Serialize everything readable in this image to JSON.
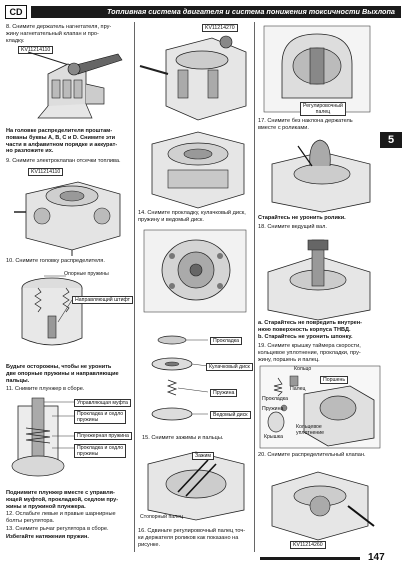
{
  "header": {
    "section_badge": "CD",
    "title": "Топливная система двигателя и система понижения токсичности Выхлопа"
  },
  "section_tab": "5",
  "page_number": "147",
  "col1": {
    "step8": "8.  Снимите держатель нагнетателя, пру-\nжину нагнетательный клапан и про-\nкладку.",
    "tool_kv1": "KV11214110",
    "note_distrib": "На головке распределителя проштам-\nпованы буквы A, B, C и D. Снимите эти\nчасти в алфавитном порядке и аккурат-\nно разложите их.",
    "step9": "9.   Снимите электроклапан отсечки топлива.",
    "tool_kv2": "KV11214110",
    "step10": "10. Снимите головку распределителя.",
    "label_springs": "Опорные пружины",
    "label_pin": "Направляющий штифт",
    "warn_springs": "Будьте осторожны, чтобы не уронить\nдве опорные пружины и направляющие\nпальцы.",
    "step11": "11. Снимите плунжер в сборе.",
    "label_coupling": "Управляющая муфта",
    "label_gasket_seat": "Прокладка и седло\nпружины",
    "label_plunger_spring": "Плунжерная пружина",
    "label_gasket_seat2": "Прокладка и седло\nпружины",
    "note_plunger": "Поднимите плунжер вместе с управля-\nющей муфтой, прокладкой, седлом пру-\nжины и пружиной плунжера.",
    "step12": "12. Ослабьте левые и правые шарнирные\n      болты регулятора.",
    "step13": "13. Снимите рычаг регулятора в сборе.",
    "note_springs": "Избегайте натяжения пружин."
  },
  "col2": {
    "tool_kv3": "KV11214270",
    "step14": "14. Снимите прокладку, кулачковый диск,\n       пружину и ведомый диск.",
    "label_gasket": "Прокладка",
    "label_cam_disk": "Кулачковый диск",
    "label_spring": "Пружина",
    "label_driven_disk": "Ведомый диск",
    "step15": "15. Снимите зажимы и пальцы.",
    "label_clamp": "Зажим",
    "label_stop_pin": "Стопорный палец",
    "step16": "16. Сдвиньте регулировочный палец точ-\n      ки держателя роликов как показано на\n      рисунке."
  },
  "col3": {
    "label_adjust_pin": "Регулировочный\nпалец",
    "step17": "17. Снимите без наклона держатель\n       вместе с роликами.",
    "note_rollers": "Старайтесь не уронить ролики.",
    "step18": "18. Снимите ведущий вал.",
    "note_a": "a.   Старайтесь не повредить внутрен-\n       нюю поверхность корпуса ТНВД.",
    "note_b": "b.   Старайтесь не уронить шпонку.",
    "step19": "19. Снимите крышку таймера скорости,\n       кольцевое уплотнение, прокладки, пру-\n       жину, поршень и палец.",
    "label_ring": "Кольцо",
    "label_piston": "Поршень",
    "label_pin": "Палец",
    "label_gasket3": "Прокладка",
    "label_spring3": "Пружина",
    "label_oring": "Кольцевое\nуплотнение",
    "label_cover": "Крышка",
    "step20": "20. Снимите распределительный клапан.",
    "tool_kv4": "KV11214260"
  }
}
